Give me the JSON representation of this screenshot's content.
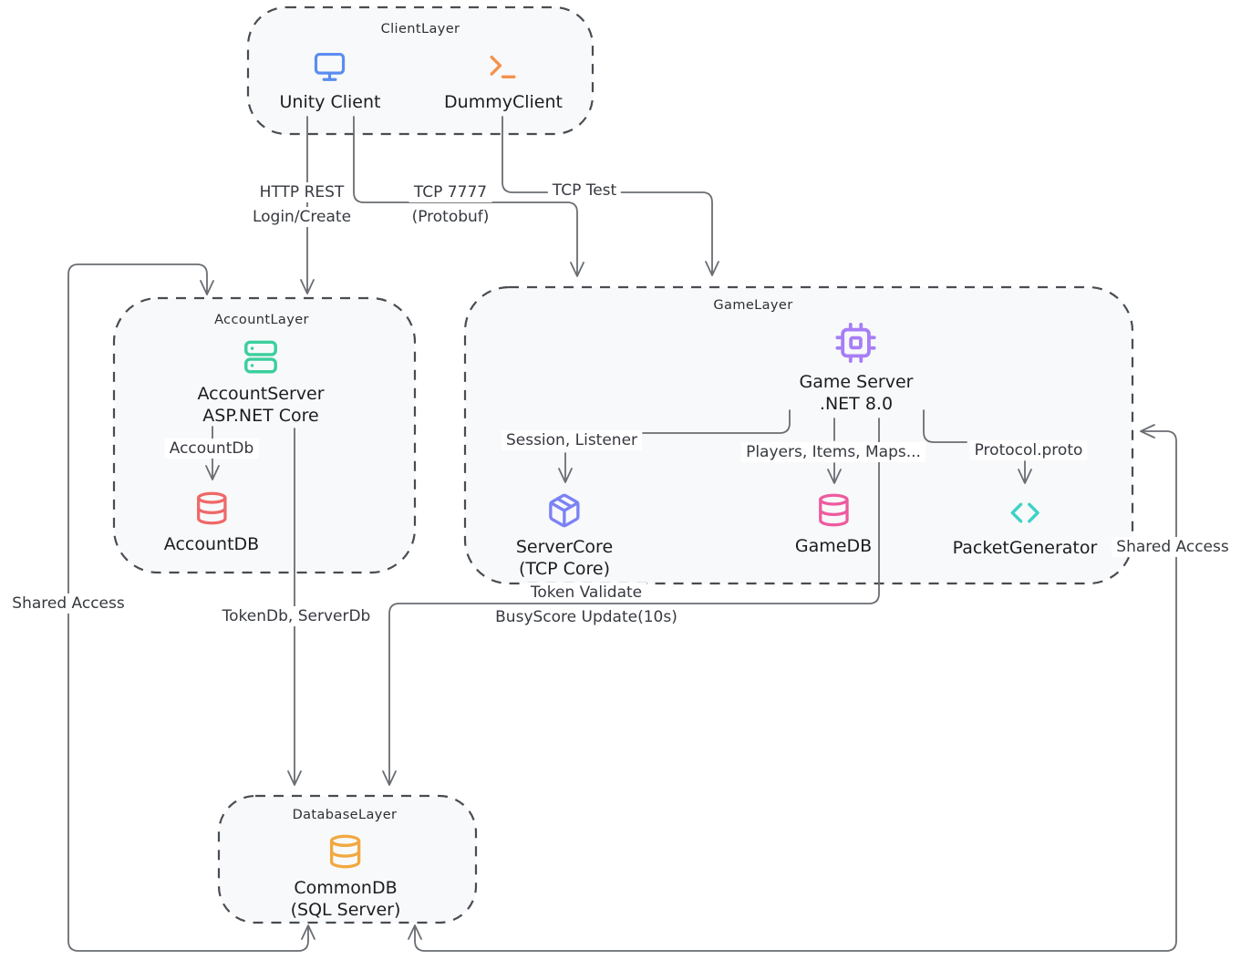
{
  "diagram": {
    "colors": {
      "wire": "#6a6d72",
      "box_border": "#494c51",
      "box_fill": "#f8f9fa",
      "label_text": "#36393f",
      "node_text": "#1b1d1f"
    },
    "layers": {
      "client": {
        "title": "ClientLayer"
      },
      "account": {
        "title": "AccountLayer"
      },
      "game": {
        "title": "GameLayer"
      },
      "database": {
        "title": "DatabaseLayer"
      }
    },
    "nodes": {
      "unity_client": {
        "label": "Unity Client",
        "icon": "monitor-icon",
        "color": "#5b8df0"
      },
      "dummy_client": {
        "label": "DummyClient",
        "icon": "terminal-icon",
        "color": "#f5924e"
      },
      "account_server": {
        "label": "AccountServer",
        "sublabel": "ASP.NET Core",
        "icon": "server-icon",
        "color": "#3bcf9d"
      },
      "account_db": {
        "label": "AccountDB",
        "icon": "database-icon",
        "color": "#ef6868"
      },
      "game_server": {
        "label": "Game Server",
        "sublabel": ".NET 8.0",
        "icon": "cpu-icon",
        "color": "#a77ef5"
      },
      "server_core": {
        "label": "ServerCore",
        "sublabel": "(TCP Core)",
        "icon": "package-icon",
        "color": "#7b82f5"
      },
      "game_db": {
        "label": "GameDB",
        "icon": "database-icon",
        "color": "#ee5a9f"
      },
      "packet_generator": {
        "label": "PacketGenerator",
        "icon": "code-icon",
        "color": "#3ed2c6"
      },
      "common_db": {
        "label": "CommonDB",
        "sublabel": "(SQL Server)",
        "icon": "database-icon",
        "color": "#f2a840"
      }
    },
    "edges": {
      "http_rest": {
        "line1": "HTTP REST",
        "line2": "Login/Create"
      },
      "tcp_7777": {
        "line1": "TCP 7777",
        "line2": "(Protobuf)"
      },
      "tcp_test": {
        "label": "TCP Test"
      },
      "account_db": {
        "label": "AccountDb"
      },
      "token_db": {
        "label": "TokenDb, ServerDb"
      },
      "session": {
        "label": "Session, Listener"
      },
      "players": {
        "label": "Players, Items, Maps..."
      },
      "protocol": {
        "label": "Protocol.proto"
      },
      "token_validate": {
        "line1": "Token Validate",
        "line2": "BusyScore Update(10s)"
      },
      "shared_access_left": {
        "label": "Shared Access"
      },
      "shared_access_right": {
        "label": "Shared Access"
      }
    }
  }
}
